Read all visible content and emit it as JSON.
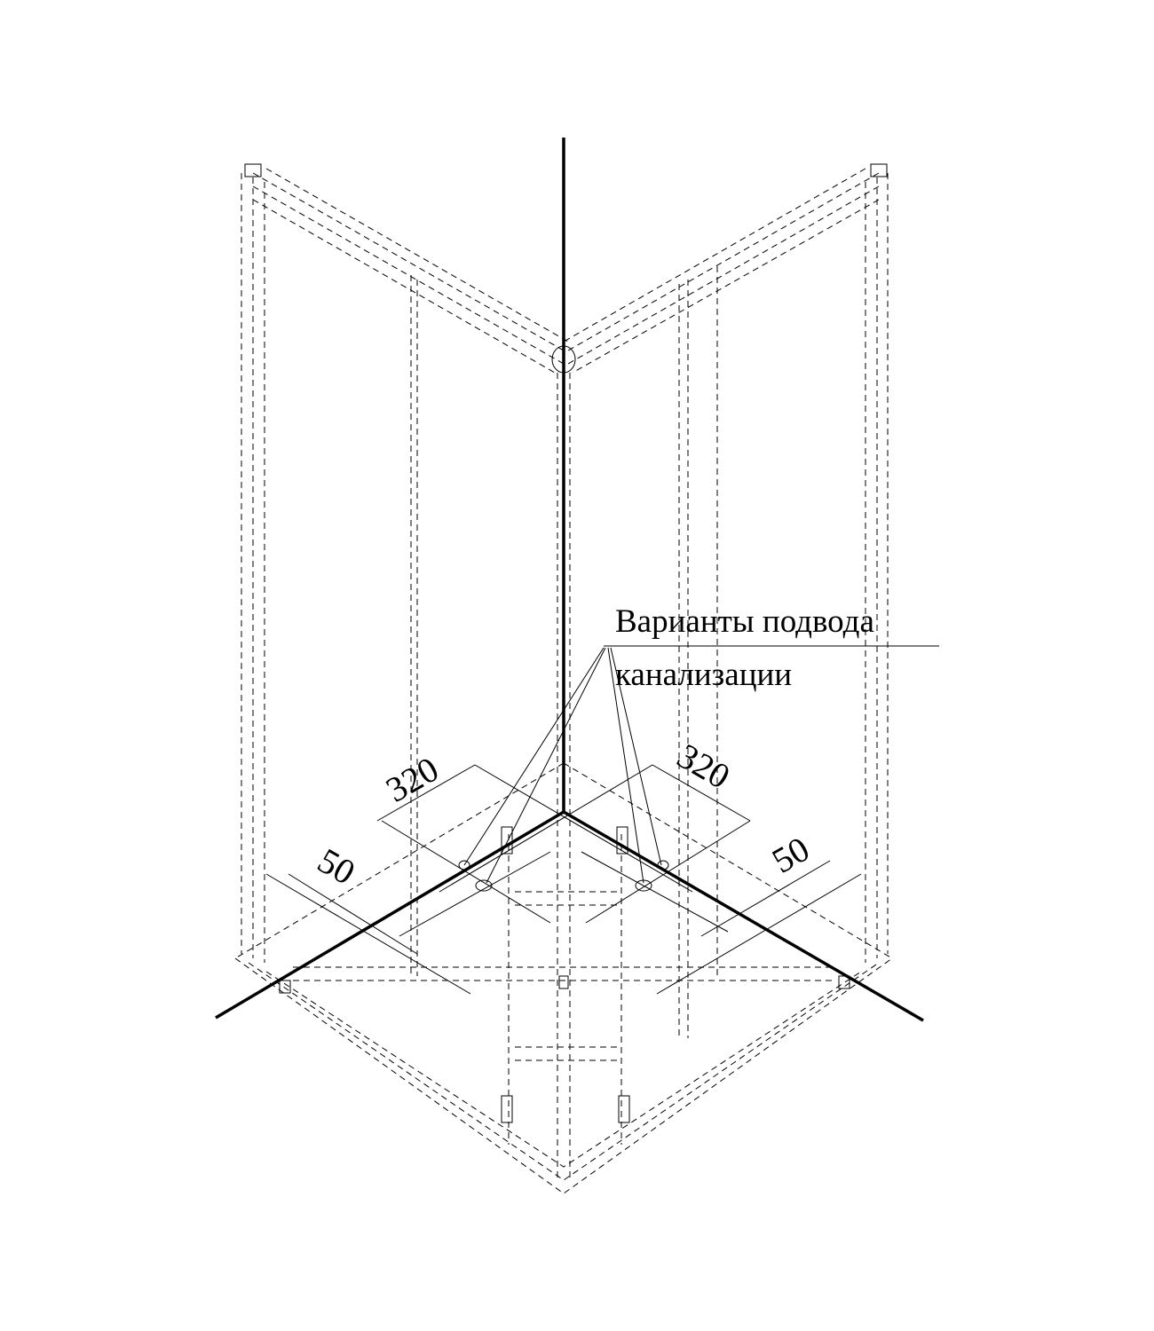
{
  "annotation": {
    "line1": "Варианты подвода",
    "line2": "канализации"
  },
  "dimensions": {
    "left_offset": "320",
    "right_offset": "320",
    "left_wall": "50",
    "right_wall": "50"
  },
  "colors": {
    "line": "#000000",
    "background": "#ffffff"
  }
}
